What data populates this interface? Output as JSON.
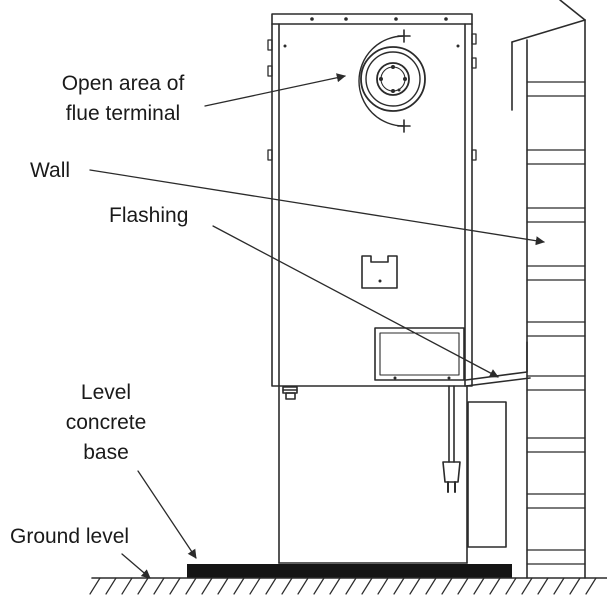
{
  "labels": {
    "flue_line1": "Open area of",
    "flue_line2": "flue terminal",
    "wall": "Wall",
    "flashing": "Flashing",
    "base_line1": "Level",
    "base_line2": "concrete",
    "base_line3": "base",
    "ground": "Ground level"
  },
  "colors": {
    "line": "#2b2b2b",
    "base": "#151515",
    "background": "#ffffff"
  }
}
